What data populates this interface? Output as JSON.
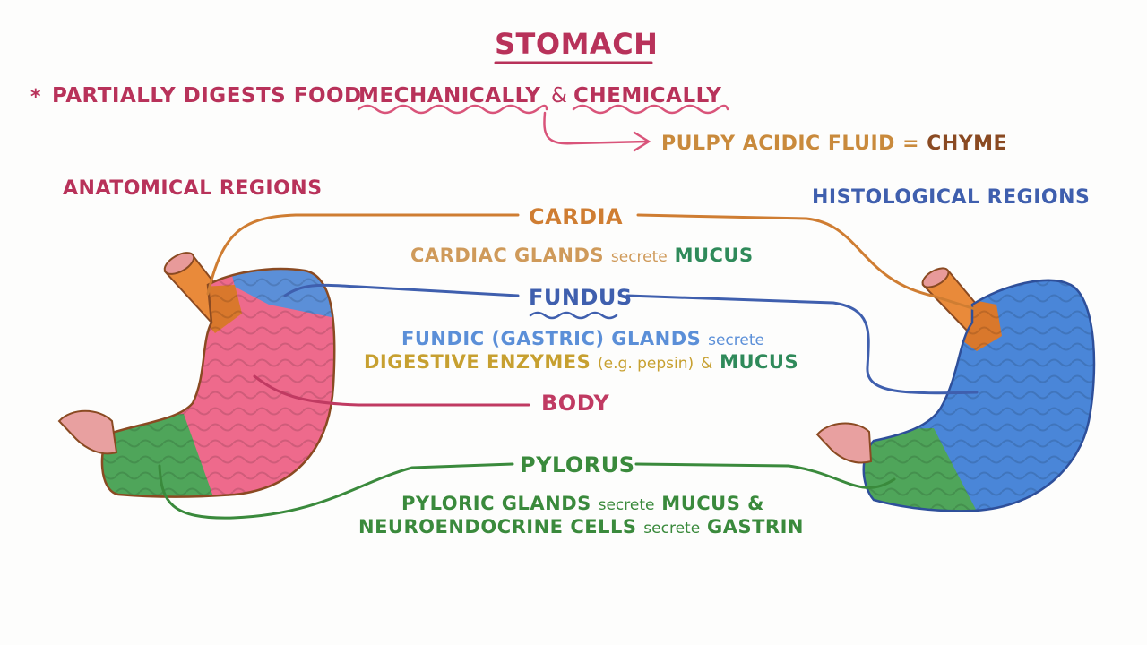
{
  "title": "STOMACH",
  "summary": {
    "bullet": "*",
    "prefix": "PARTIALLY DIGESTS FOOD",
    "mechanically": "MECHANICALLY",
    "amp": "&",
    "chemically": "CHEMICALLY",
    "result_prefix": "PULPY ACIDIC FLUID =",
    "result_term": "CHYME"
  },
  "left_heading": "ANATOMICAL REGIONS",
  "right_heading": "HISTOLOGICAL REGIONS",
  "regions": {
    "cardia": {
      "label": "CARDIA",
      "glands": "CARDIAC GLANDS",
      "verb": "secrete",
      "product": "MUCUS"
    },
    "fundus": {
      "label": "FUNDUS",
      "glands": "FUNDIC (GASTRIC) GLANDS",
      "verb": "secrete",
      "product1": "DIGESTIVE ENZYMES",
      "example": "(e.g. pepsin)",
      "amp": "&",
      "product2": "MUCUS"
    },
    "body": {
      "label": "BODY"
    },
    "pylorus": {
      "label": "PYLORUS",
      "glands": "PYLORIC GLANDS",
      "verb1": "secrete",
      "product1": "MUCUS &",
      "cells": "NEUROENDOCRINE CELLS",
      "verb2": "secrete",
      "product2": "GASTRIN"
    }
  },
  "colors": {
    "crimson": "#b8325a",
    "pink_arrow": "#d9547a",
    "orange": "#cf7d32",
    "orange_text": "#c07a3c",
    "blue": "#3f5fae",
    "blue_light": "#5b8fd8",
    "gold": "#c7a030",
    "green": "#3a8a3c",
    "green_teal": "#2f8a5a",
    "pink_body": "#ee6a8c",
    "brown": "#8a4a22"
  }
}
